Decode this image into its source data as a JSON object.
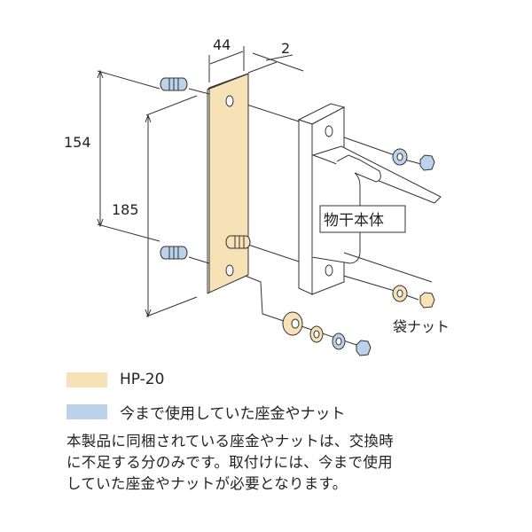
{
  "colors": {
    "hp20": "#f6e2b6",
    "existing": "#bcd2ea",
    "line": "#333333"
  },
  "diagram": {
    "dim_width": "44",
    "dim_thickness": "2",
    "dim_154": "154",
    "dim_185": "185",
    "label_body": "物干本体",
    "label_cap_nut": "袋ナット"
  },
  "legend": [
    {
      "label": "HP-20",
      "color": "#f6e2b6"
    },
    {
      "label": "今まで使用していた座金やナット",
      "color": "#bcd2ea"
    }
  ],
  "note": {
    "lines": [
      "本製品に同梱されている座金やナットは、交換時",
      "に不足する分のみです。取付けには、今まで使用",
      "していた座金やナットが必要となります。"
    ]
  }
}
